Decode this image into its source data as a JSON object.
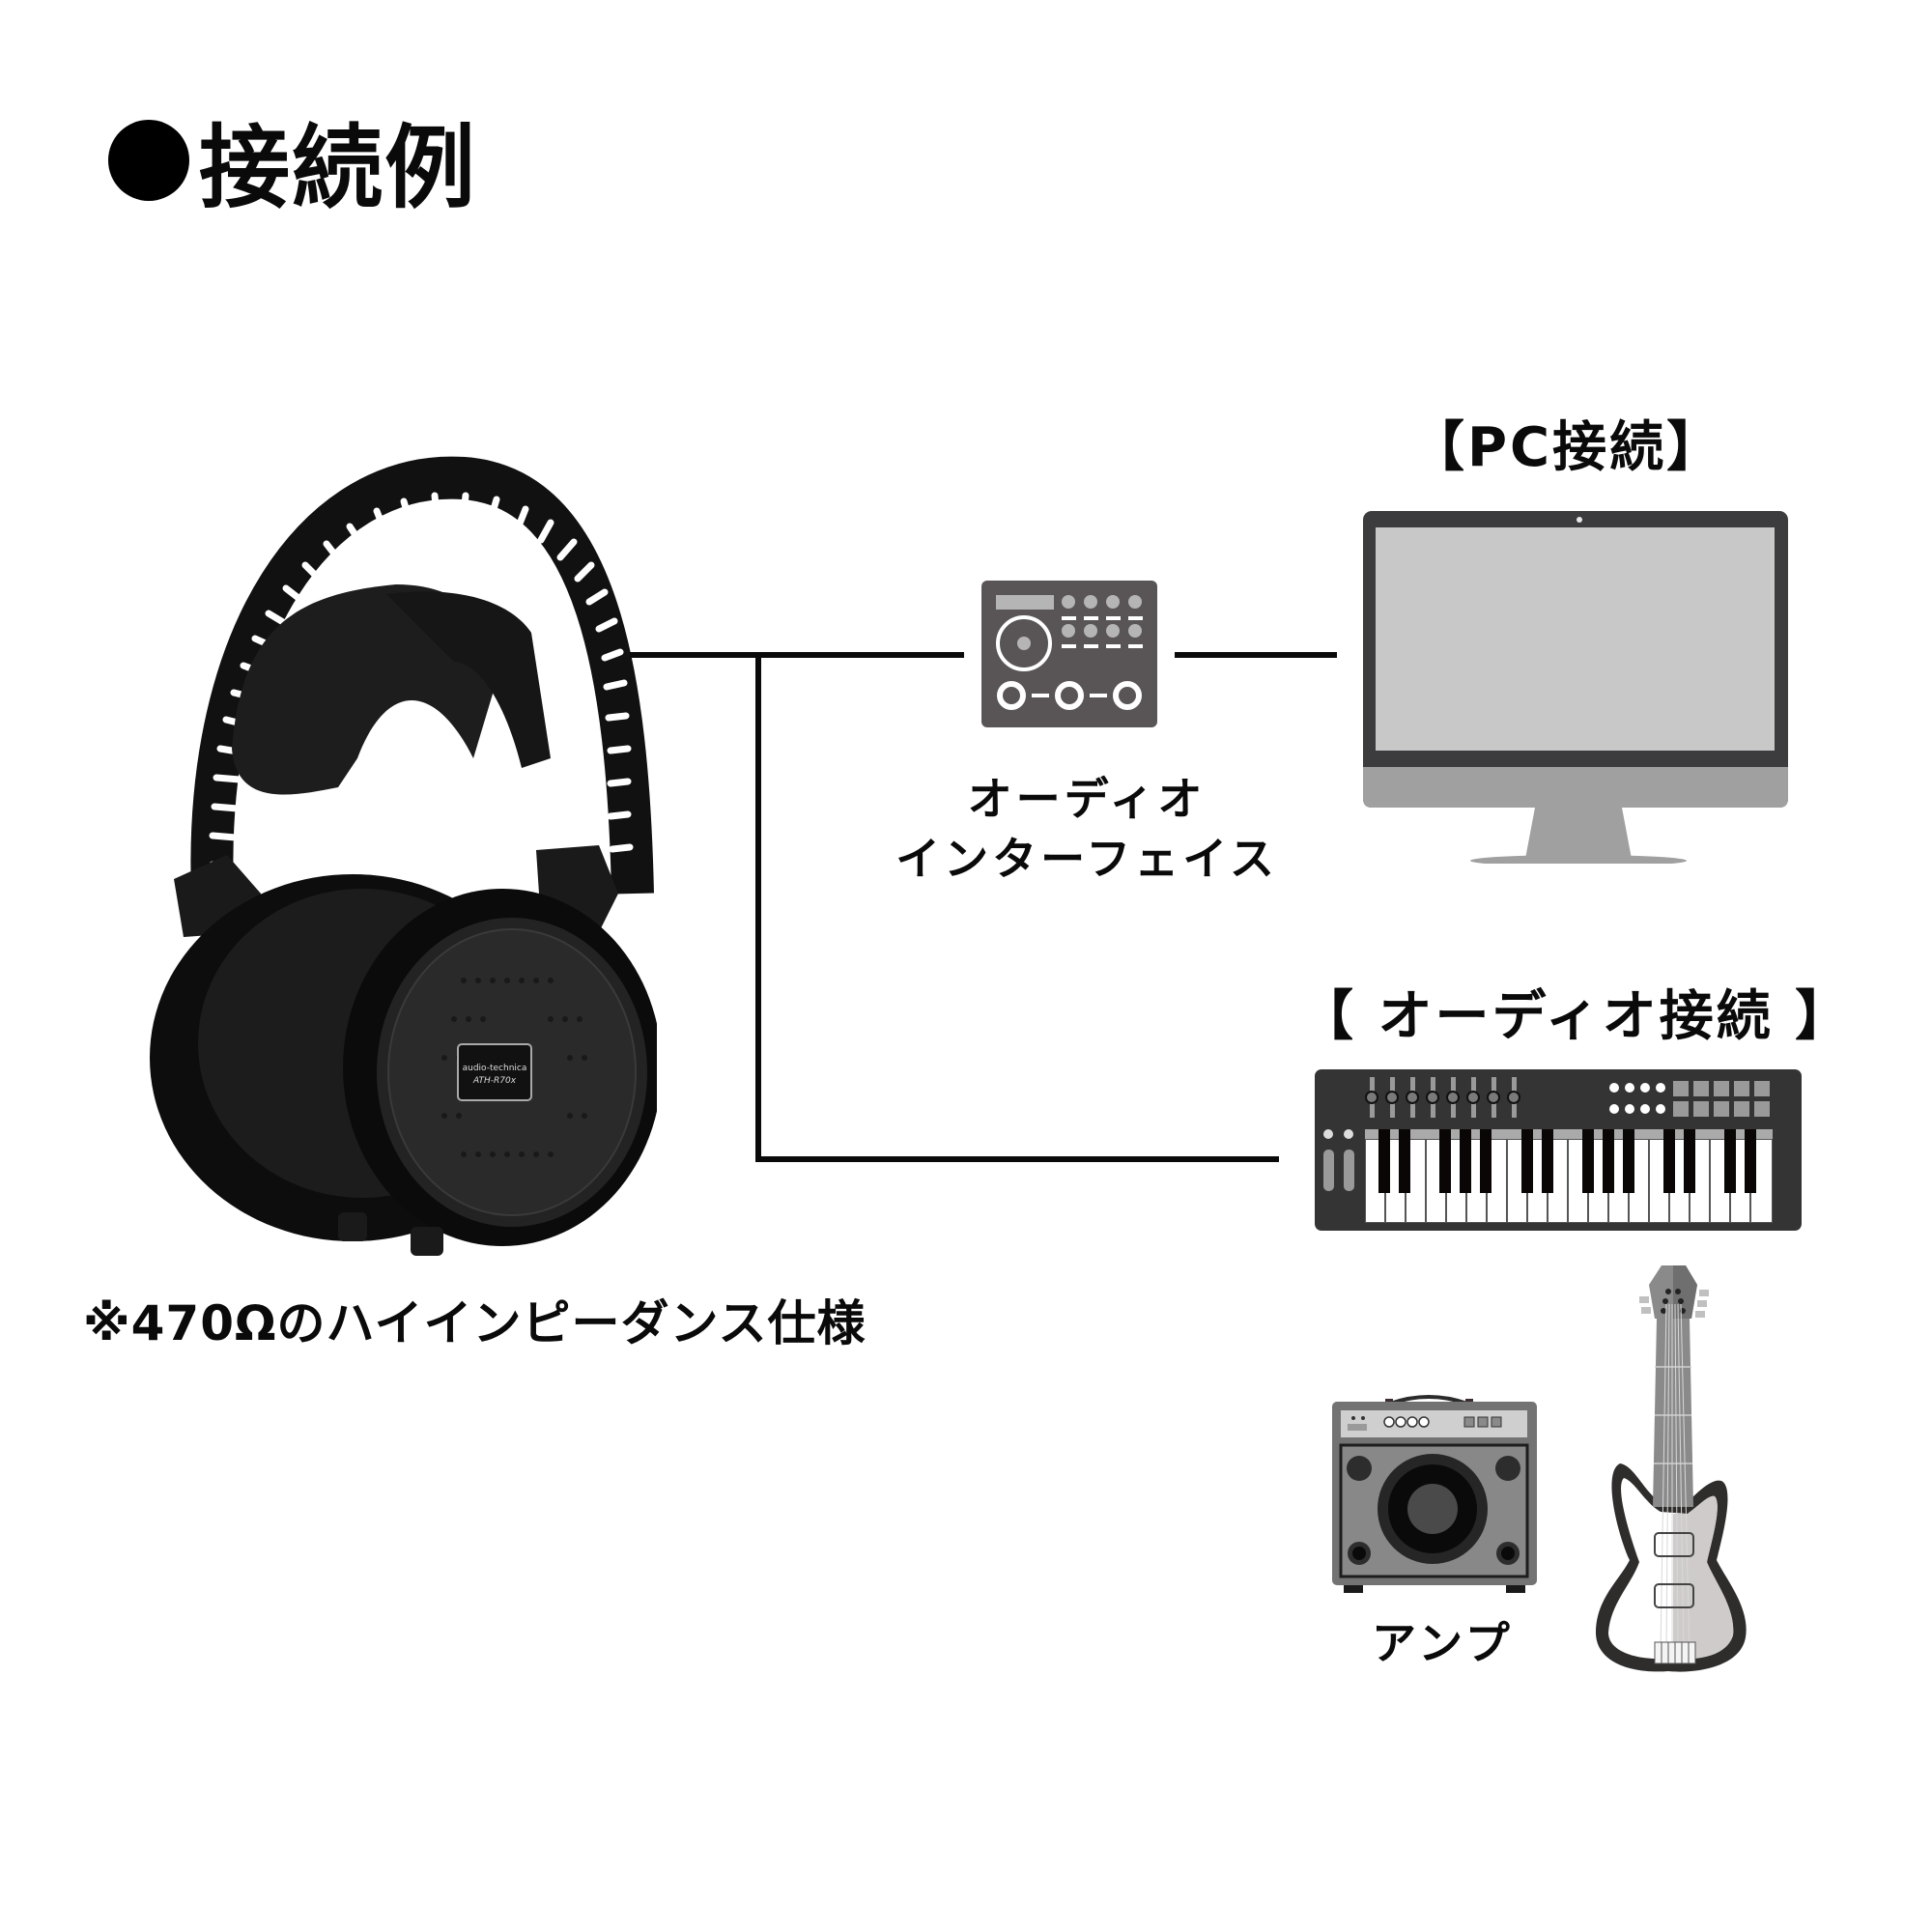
{
  "title": {
    "bullet_icon": "filled-circle",
    "text": "接続例"
  },
  "headphones": {
    "image": "studio-headphones-photo",
    "brand_badge": "audio-technica",
    "model_badge": "ATH-R70x",
    "note": "※470Ωのハイインピーダンス仕様"
  },
  "pc_connection": {
    "header": "【PC接続】",
    "device_icon": "desktop-monitor-icon",
    "colors": {
      "bezel": "#3c3c3e",
      "screen": "#c8c8c9",
      "chin": "#a0a0a0"
    }
  },
  "audio_interface": {
    "device_icon": "audio-interface-icon",
    "label_line1": "オーディオ",
    "label_line2": "インターフェイス",
    "colors": {
      "body": "#595556",
      "accent": "#b5b5b5"
    }
  },
  "audio_connection": {
    "header": "【 オーディオ接続 】",
    "keyboard_icon": "midi-keyboard-icon",
    "amp_icon": "guitar-amp-icon",
    "amp_label": "アンプ",
    "guitar_icon": "electric-guitar-icon"
  },
  "connectors": {
    "color": "#0a0a0a",
    "description": "Lines connect headphones to audio interface → PC, and branch down to audio connection (keyboard)"
  }
}
